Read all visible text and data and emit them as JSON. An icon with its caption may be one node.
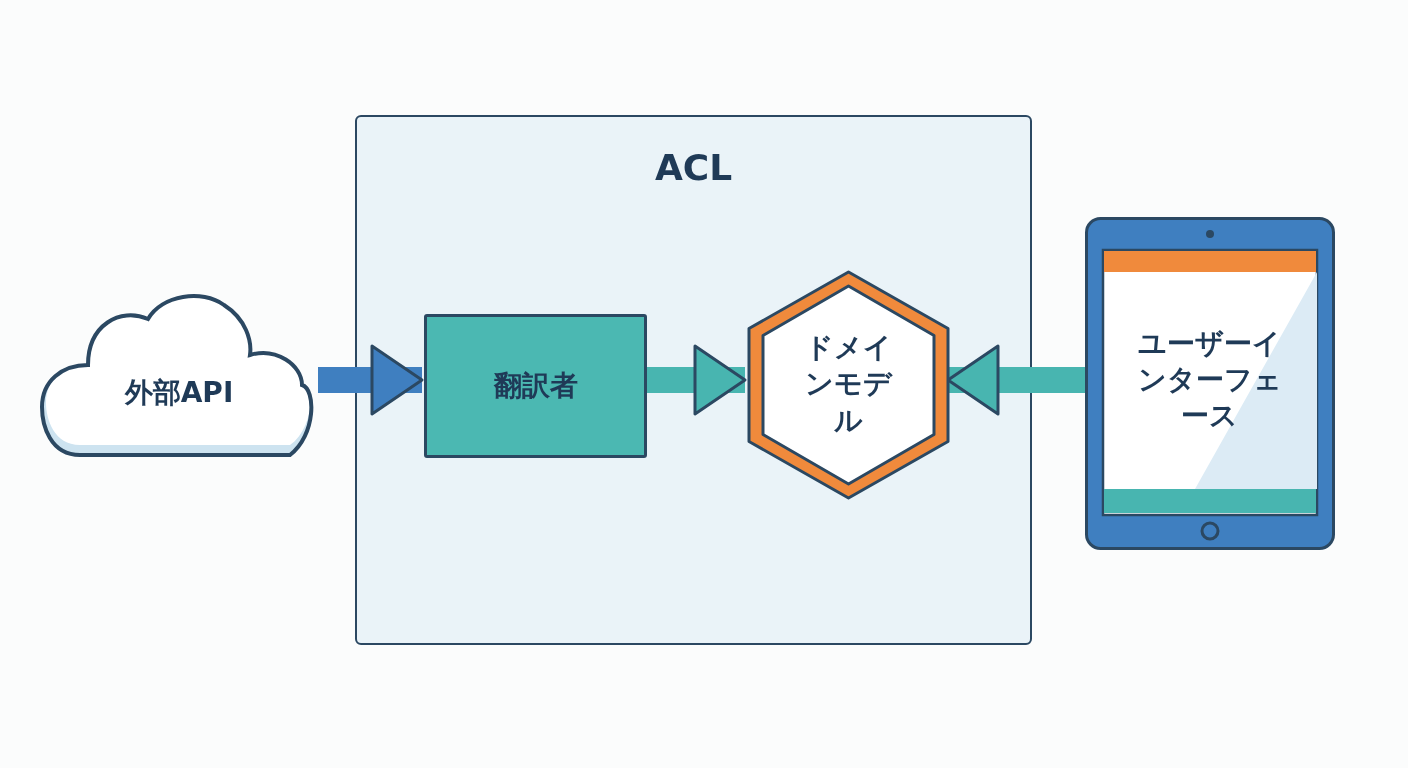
{
  "diagram": {
    "nodes": [
      {
        "text": [
          "ACL"
        ]
      },
      {
        "text": [
          "外部API"
        ]
      },
      {
        "text": [
          "翻訳者"
        ],
        "in": 0
      },
      {
        "text": [
          "ドメインモデル"
        ],
        "in": 0
      },
      {
        "text": [
          "ユーザーインターフェース"
        ]
      }
    ],
    "edges": [
      {
        "from": 1,
        "to": 2,
        "arrow": "to",
        "color": "#3f7fc0"
      },
      {
        "from": 2,
        "to": 3,
        "arrow": "to"
      },
      {
        "from": 4,
        "to": 3,
        "arrow": "to"
      }
    ]
  }
}
